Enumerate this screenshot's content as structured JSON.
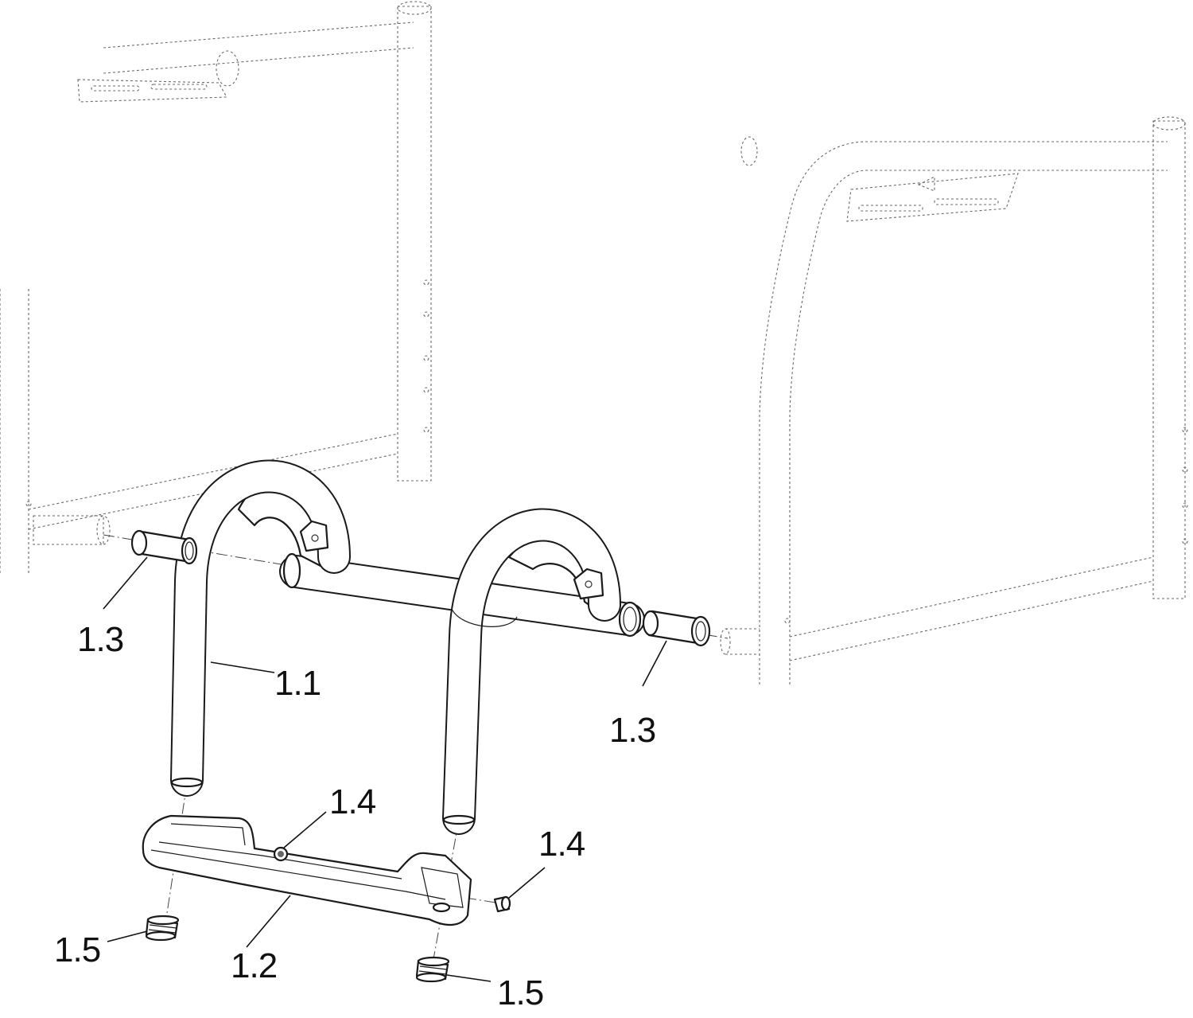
{
  "diagram": {
    "callouts": [
      {
        "id": "c-1-1",
        "label": "1.1"
      },
      {
        "id": "c-1-2",
        "label": "1.2"
      },
      {
        "id": "c-1-3-left",
        "label": "1.3"
      },
      {
        "id": "c-1-3-right",
        "label": "1.3"
      },
      {
        "id": "c-1-4-upper",
        "label": "1.4"
      },
      {
        "id": "c-1-4-lower",
        "label": "1.4"
      },
      {
        "id": "c-1-5-left",
        "label": "1.5"
      },
      {
        "id": "c-1-5-right",
        "label": "1.5"
      }
    ]
  }
}
